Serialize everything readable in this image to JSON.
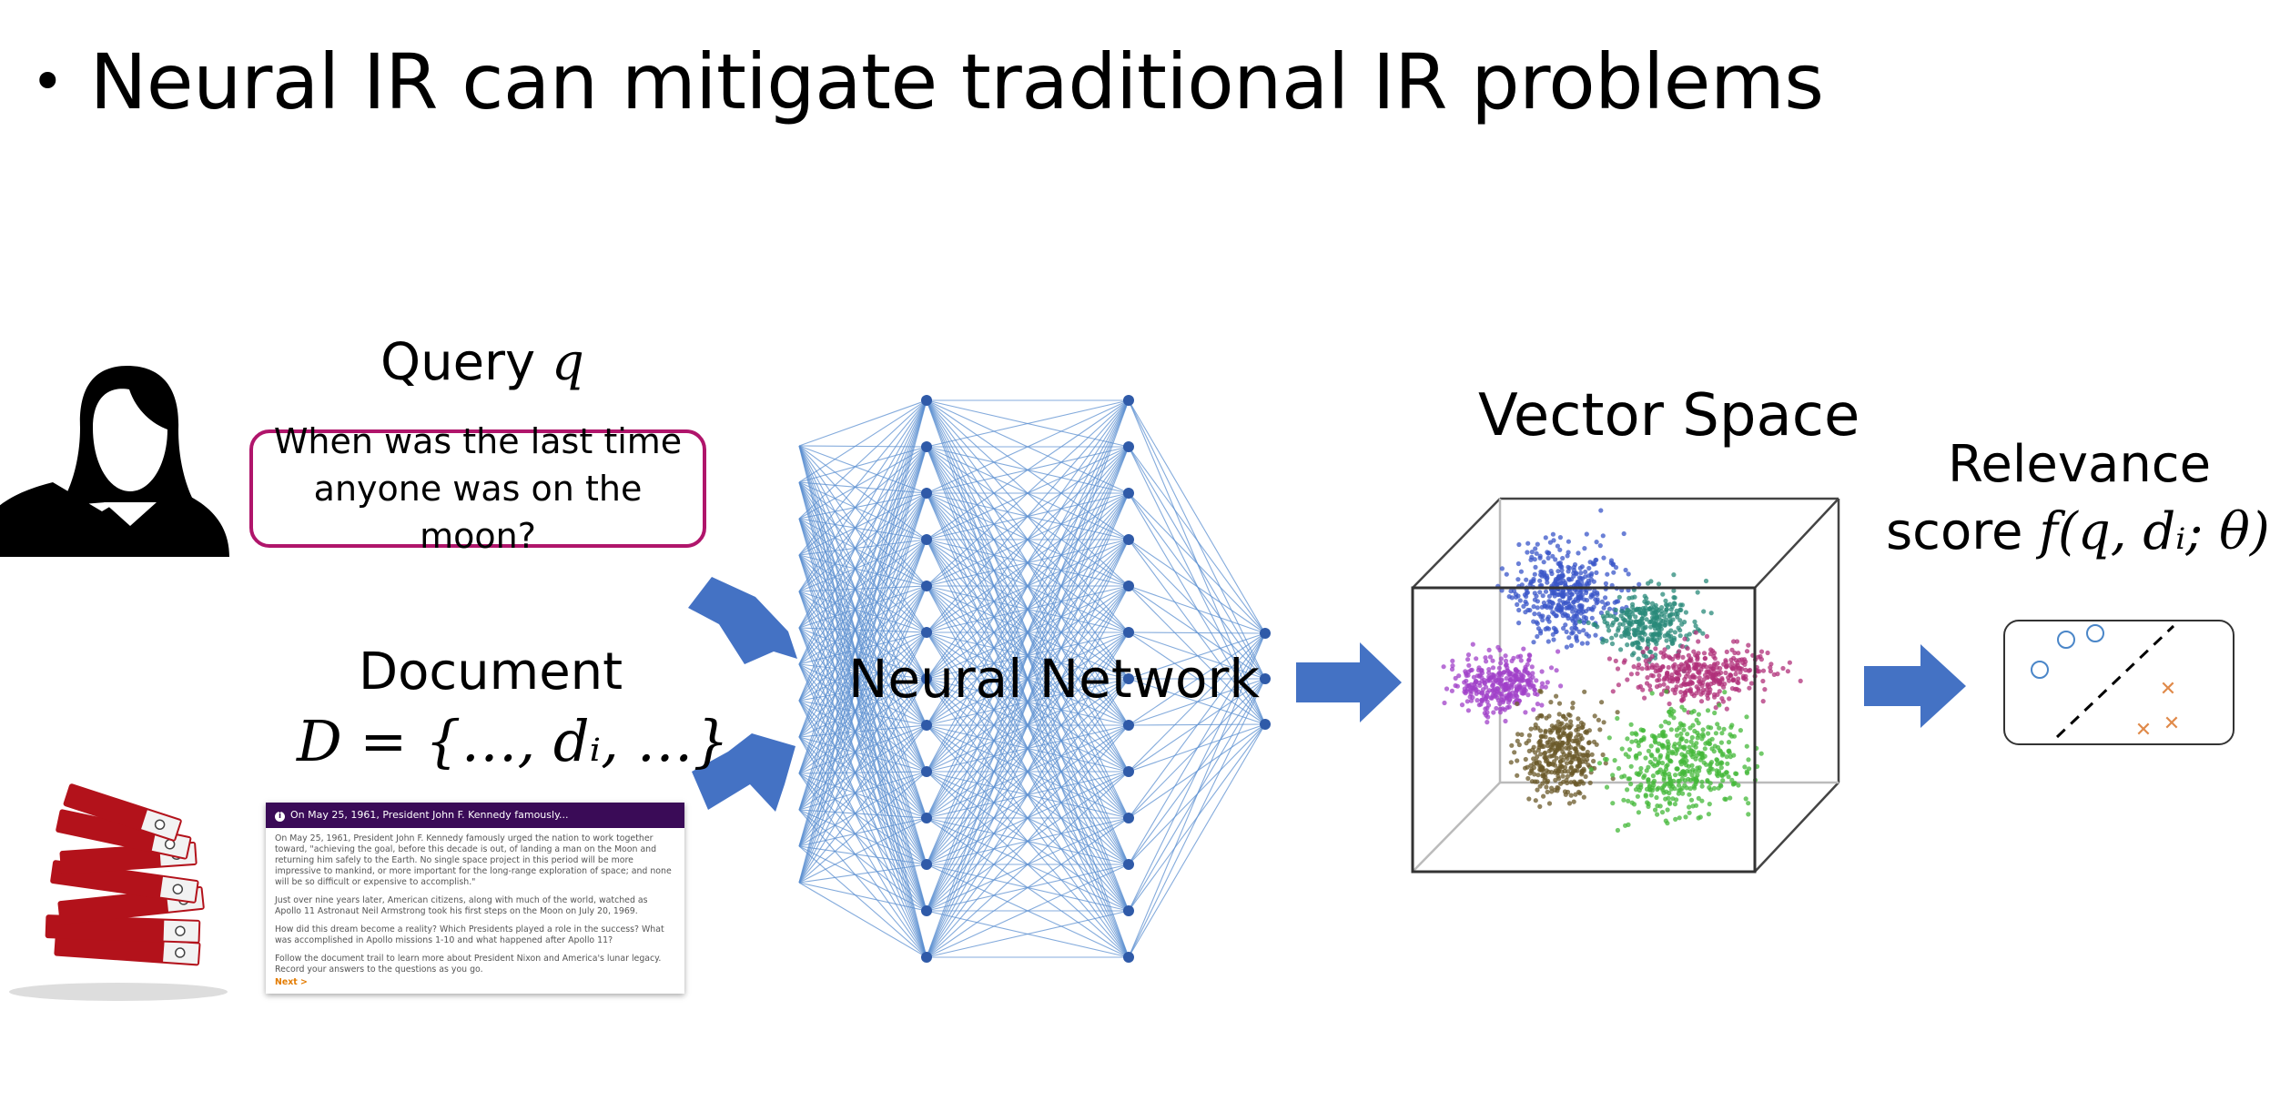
{
  "title": {
    "bullet": "•",
    "text": "Neural IR can mitigate traditional IR problems"
  },
  "query": {
    "label": "Query",
    "symbol": "q",
    "line1": "When was the last time",
    "line2": "anyone was on the moon?"
  },
  "document": {
    "label": "Document",
    "formula": "D = {…, dᵢ, …}",
    "card": {
      "header": "On May 25, 1961, President John F. Kennedy famously...",
      "paragraphs": [
        "On May 25, 1961, President John F. Kennedy famously urged the nation to work together toward, \"achieving the goal, before this decade is out, of landing a man on the Moon and returning him safely to the Earth. No single space project in this period will be more impressive to mankind, or more important for the long-range exploration of space; and none will be so difficult or expensive to accomplish.\"",
        "Just over nine years later, American citizens, along with much of the world, watched as Apollo 11 Astronaut Neil Armstrong took his first steps on the Moon on July 20, 1969.",
        "How did this dream become a reality? Which Presidents played a role in the success? What was accomplished in Apollo missions 1-10 and what happened after Apollo 11?",
        "Follow the document trail to learn more about President Nixon and America's lunar legacy. Record your answers to the questions as you go."
      ],
      "next": "Next >"
    }
  },
  "network": {
    "label": "Neural Network"
  },
  "vector_space": {
    "label": "Vector Space"
  },
  "relevance": {
    "line1": "Relevance",
    "line2_text": "score",
    "formula": "f(q, dᵢ; θ)"
  },
  "colors": {
    "arrow": "#4472c4",
    "edge": "#5b8fd0",
    "node": "#2f5aa8",
    "query_border": "#b0156b",
    "doc_header": "#3a0b57",
    "clusters": [
      "#3a55c8",
      "#2a8a7a",
      "#b0307a",
      "#a040c8",
      "#6b5a2a",
      "#44b83a"
    ],
    "relevant": "#4a86c8",
    "nonrelevant": "#e08a4a"
  }
}
